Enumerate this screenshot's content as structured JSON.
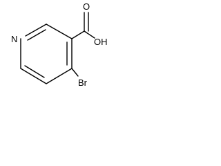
{
  "molecule": {
    "atoms": {
      "nitrogen": "N",
      "hydroxyl": "OH",
      "carbonyl_oxygen": "O",
      "bromine": "Br"
    },
    "colors": {
      "ink": "#000000",
      "background": "#ffffff"
    }
  }
}
